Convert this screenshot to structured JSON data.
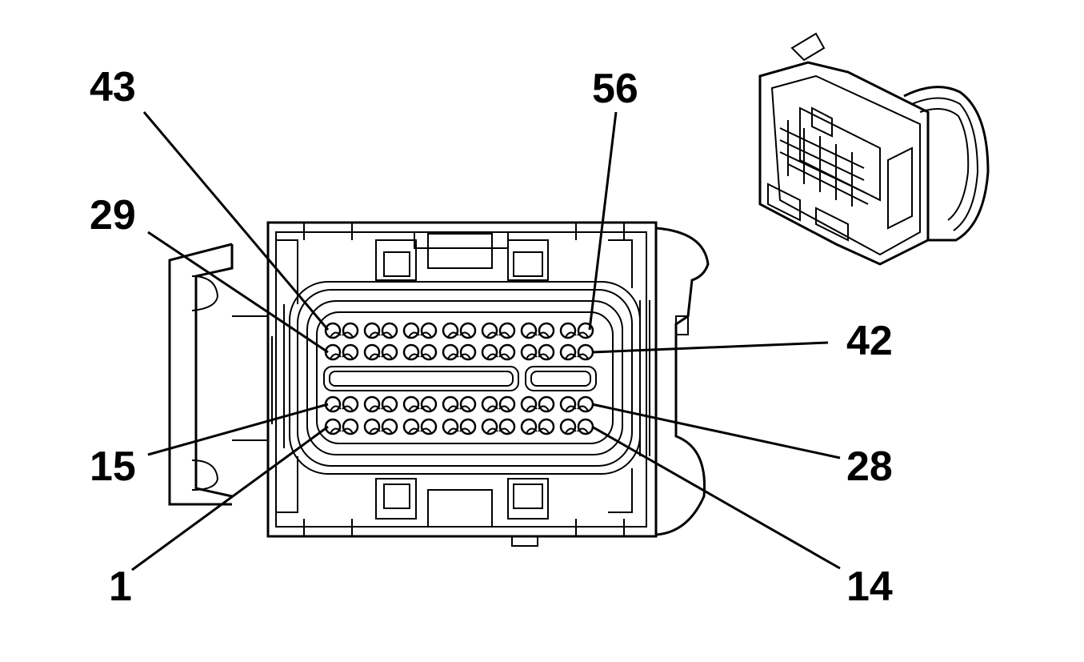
{
  "colors": {
    "line": "#000000",
    "background": "#ffffff"
  },
  "callouts": [
    {
      "id": "43",
      "label": "43"
    },
    {
      "id": "56",
      "label": "56"
    },
    {
      "id": "29",
      "label": "29"
    },
    {
      "id": "42",
      "label": "42"
    },
    {
      "id": "15",
      "label": "15"
    },
    {
      "id": "28",
      "label": "28"
    },
    {
      "id": "1",
      "label": "1"
    },
    {
      "id": "14",
      "label": "14"
    }
  ],
  "pin_rows": 4,
  "pins_per_row": 14
}
